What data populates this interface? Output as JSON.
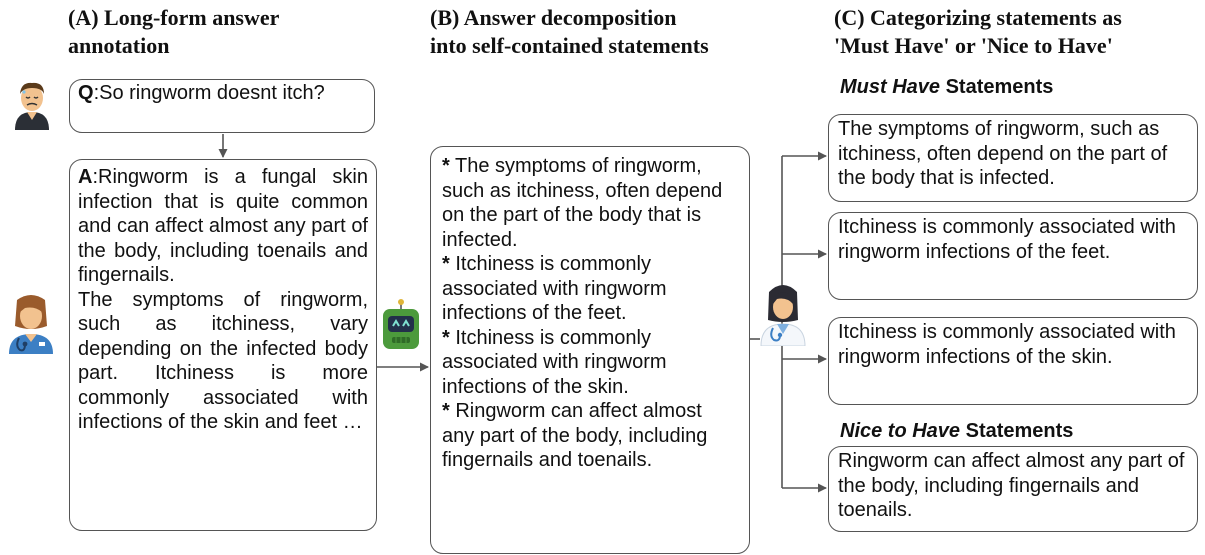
{
  "panel_a": {
    "title_line1": "(A) Long-form answer",
    "title_line2": "annotation",
    "question_prefix": "Q",
    "question_text": ":So ringworm doesnt itch?",
    "answer_prefix": "A",
    "answer_text": ":Ringworm is a fungal skin infection that is quite common and can affect almost any part of the body, including toenails and fingernails.",
    "answer_text2": "The symptoms of ringworm, such as itchiness, vary depending on the infected body part. Itchiness is more commonly associated with infections of the skin and feet …"
  },
  "panel_b": {
    "title_line1": "(B) Answer decomposition",
    "title_line2": "into self-contained statements",
    "bullet": "*",
    "statements": [
      "The symptoms of ringworm, such as itchiness, often depend on the part of the body that is infected.",
      "Itchiness is commonly associated with ringworm infections of the feet.",
      "Itchiness is commonly associated with ringworm infections of the skin.",
      "Ringworm can affect almost any part of the body, including fingernails and toenails."
    ]
  },
  "panel_c": {
    "title_line1": "(C) Categorizing statements as",
    "title_line2": "'Must Have' or 'Nice to Have'",
    "must_have_italic": "Must Have",
    "must_have_rest": " Statements",
    "nice_italic": "Nice to Have",
    "nice_rest": " Statements",
    "must_have": [
      "The symptoms of ringworm, such as itchiness, often depend on the part of the body that is infected.",
      "Itchiness is commonly associated with ringworm infections of the feet.",
      "Itchiness is commonly associated with ringworm infections of the skin."
    ],
    "nice_to_have": [
      "Ringworm can affect almost any part of the body, including fingernails and toenails."
    ]
  },
  "icons": {
    "patient": "patient-avatar-icon",
    "nurse": "nurse-avatar-icon",
    "robot": "robot-icon",
    "doctor": "doctor-avatar-icon"
  },
  "colors": {
    "border": "#555555",
    "robot_green": "#4c9a3c",
    "skin": "#f2c28f",
    "scrubs_blue": "#3c7fc4"
  }
}
